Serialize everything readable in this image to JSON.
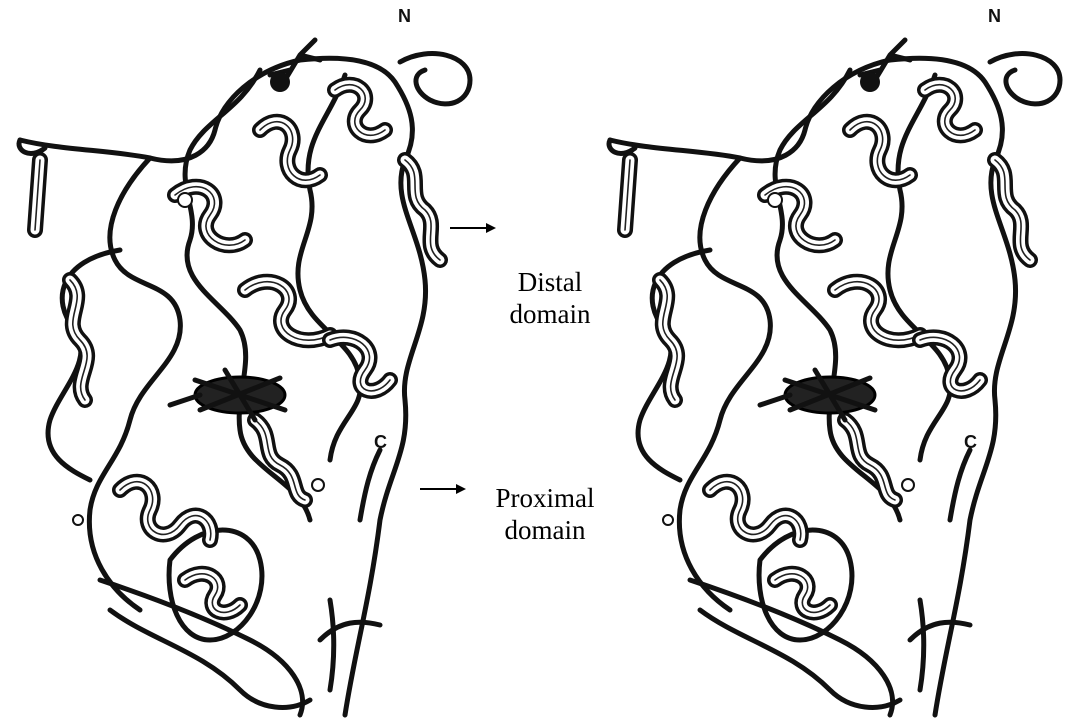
{
  "terminus_labels": {
    "n": "N",
    "c": "C"
  },
  "domain_labels": {
    "distal": {
      "line1": "Distal",
      "line2": "domain"
    },
    "proximal": {
      "line1": "Proximal",
      "line2": "domain"
    }
  },
  "stereo_views": [
    "left-view",
    "right-view"
  ],
  "ribbon_color": "#111111"
}
